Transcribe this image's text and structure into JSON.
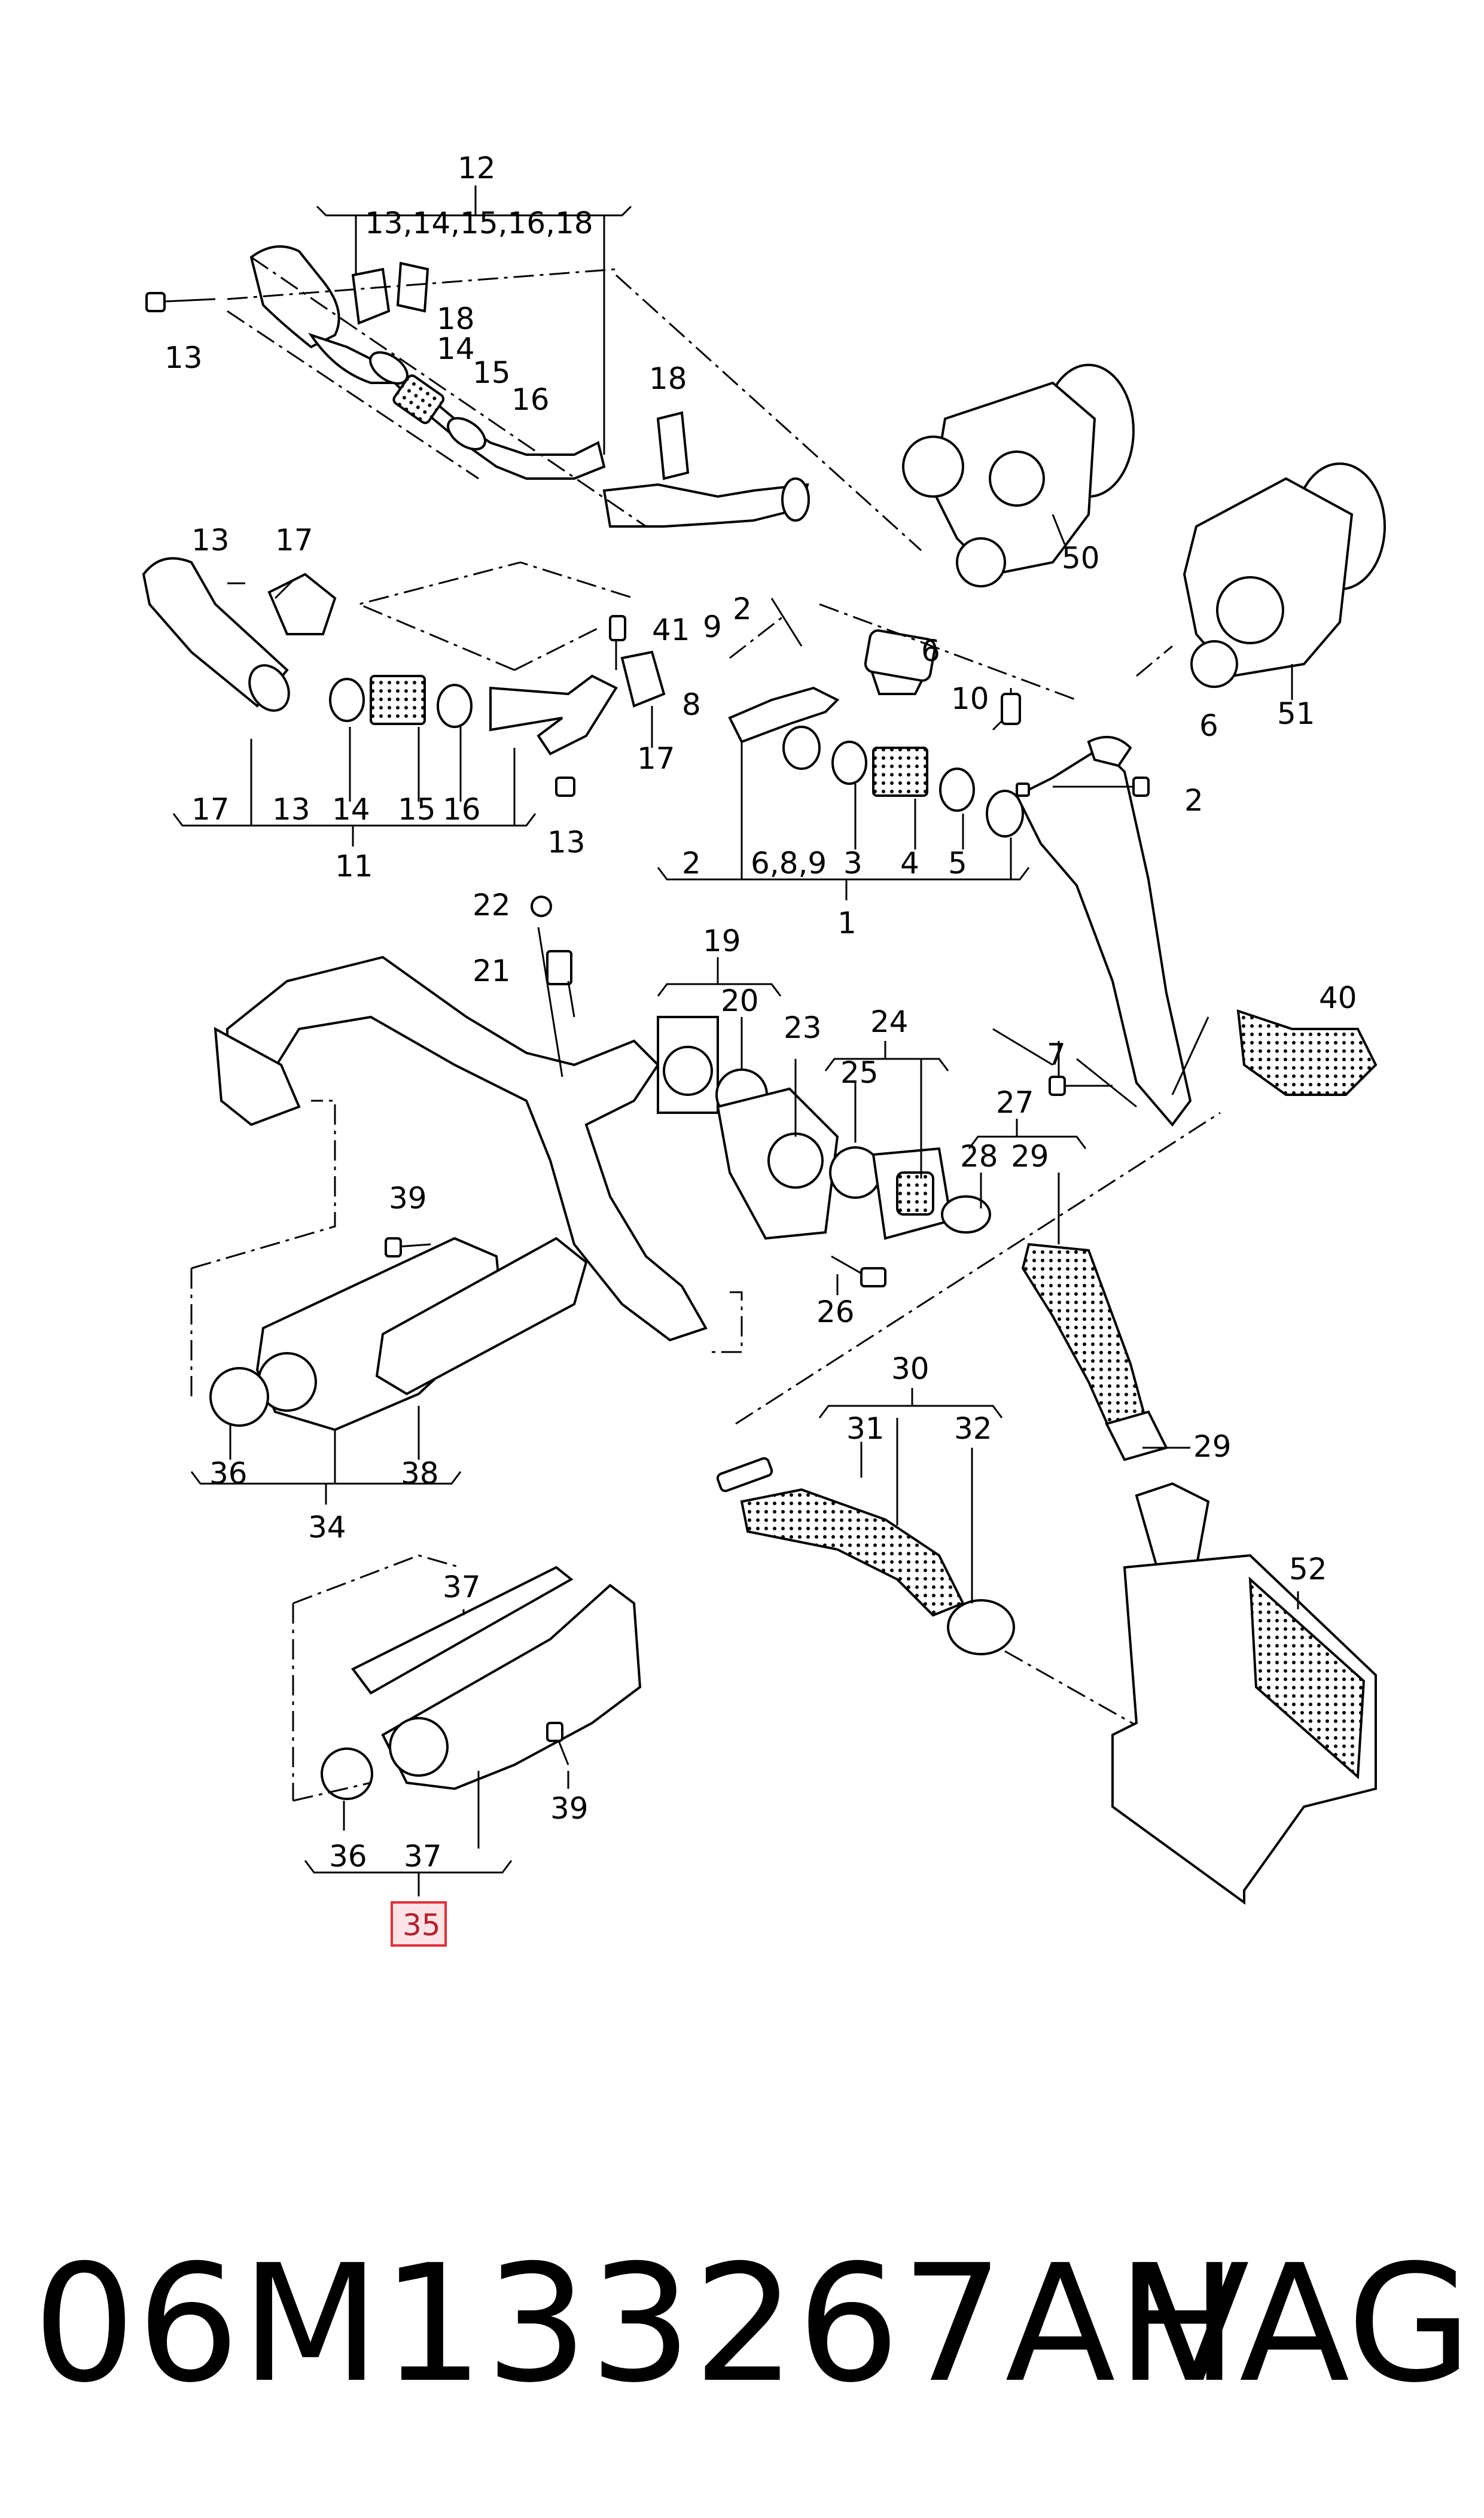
{
  "callouts": {
    "c1": "1",
    "c2a": "2",
    "c2b": "2",
    "c2c": "2",
    "c3": "3",
    "c4": "4",
    "c5": "5",
    "c6a": "6",
    "c6b": "6",
    "c689": "6,8,9",
    "c7": "7",
    "c8": "8",
    "c9": "9",
    "c10": "10",
    "c11": "11",
    "c12": "12",
    "c12set": "13,14,15,16,18",
    "c13a": "13",
    "c13b": "13",
    "c13c": "13",
    "c13d": "13",
    "c14a": "14",
    "c14b": "14",
    "c15a": "15",
    "c15b": "15",
    "c16a": "16",
    "c16b": "16",
    "c17a": "17",
    "c17b": "17",
    "c17c": "17",
    "c18a": "18",
    "c18b": "18",
    "c19": "19",
    "c20": "20",
    "c21": "21",
    "c22": "22",
    "c23": "23",
    "c24": "24",
    "c25": "25",
    "c26": "26",
    "c27": "27",
    "c28": "28",
    "c29a": "29",
    "c29b": "29",
    "c30": "30",
    "c31": "31",
    "c32": "32",
    "c34": "34",
    "c35": "35",
    "c36a": "36",
    "c36b": "36",
    "c37a": "37",
    "c37b": "37",
    "c38": "38",
    "c39a": "39",
    "c39b": "39",
    "c40": "40",
    "c41": "41",
    "c50": "50",
    "c51": "51",
    "c52": "52"
  },
  "highlight": {
    "callout": "35",
    "color": "#e0303a"
  },
  "footer": {
    "part_number": "06M133267AH",
    "brand": "VAG"
  }
}
